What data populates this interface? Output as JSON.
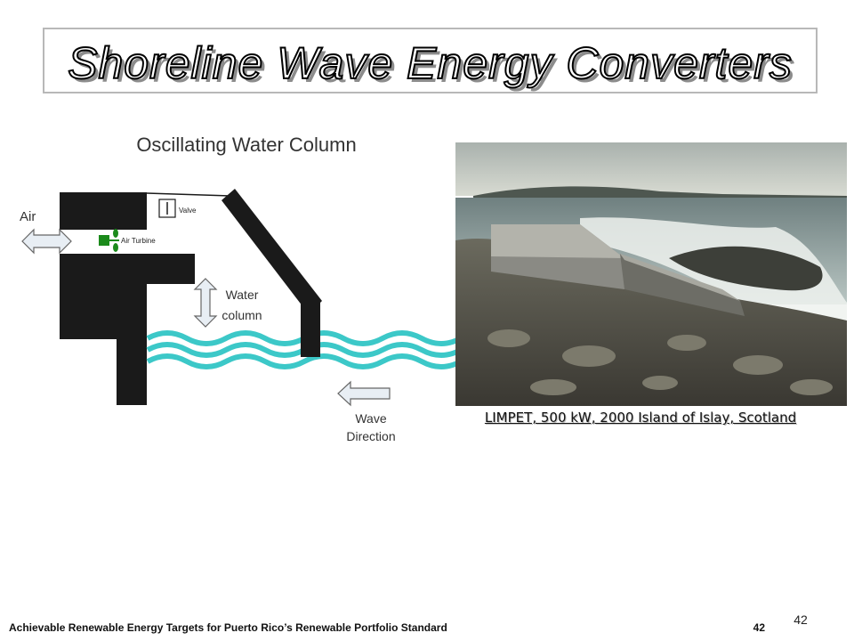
{
  "slide": {
    "title": "Shoreline Wave Energy Converters",
    "page_number": "42",
    "footer_text": "Achievable Renewable Energy Targets for Puerto Rico’s Renewable Portfolio Standard",
    "footer_page": "42"
  },
  "diagram": {
    "heading": "Oscillating Water Column",
    "air_label": "Air",
    "valve_label": "Valve",
    "turbine_label": "Air Turbine",
    "water_label_1": "Water",
    "water_label_2": "column",
    "wave_label_1": "Wave",
    "wave_label_2": "Direction",
    "colors": {
      "structure": "#1a1a1a",
      "water": "#3cc8c8",
      "turbine": "#1b8a1b",
      "arrow_fill": "#e8eef4"
    }
  },
  "photo": {
    "caption": "LIMPET, 500 kW, 2000 Island of Islay, Scotland"
  }
}
